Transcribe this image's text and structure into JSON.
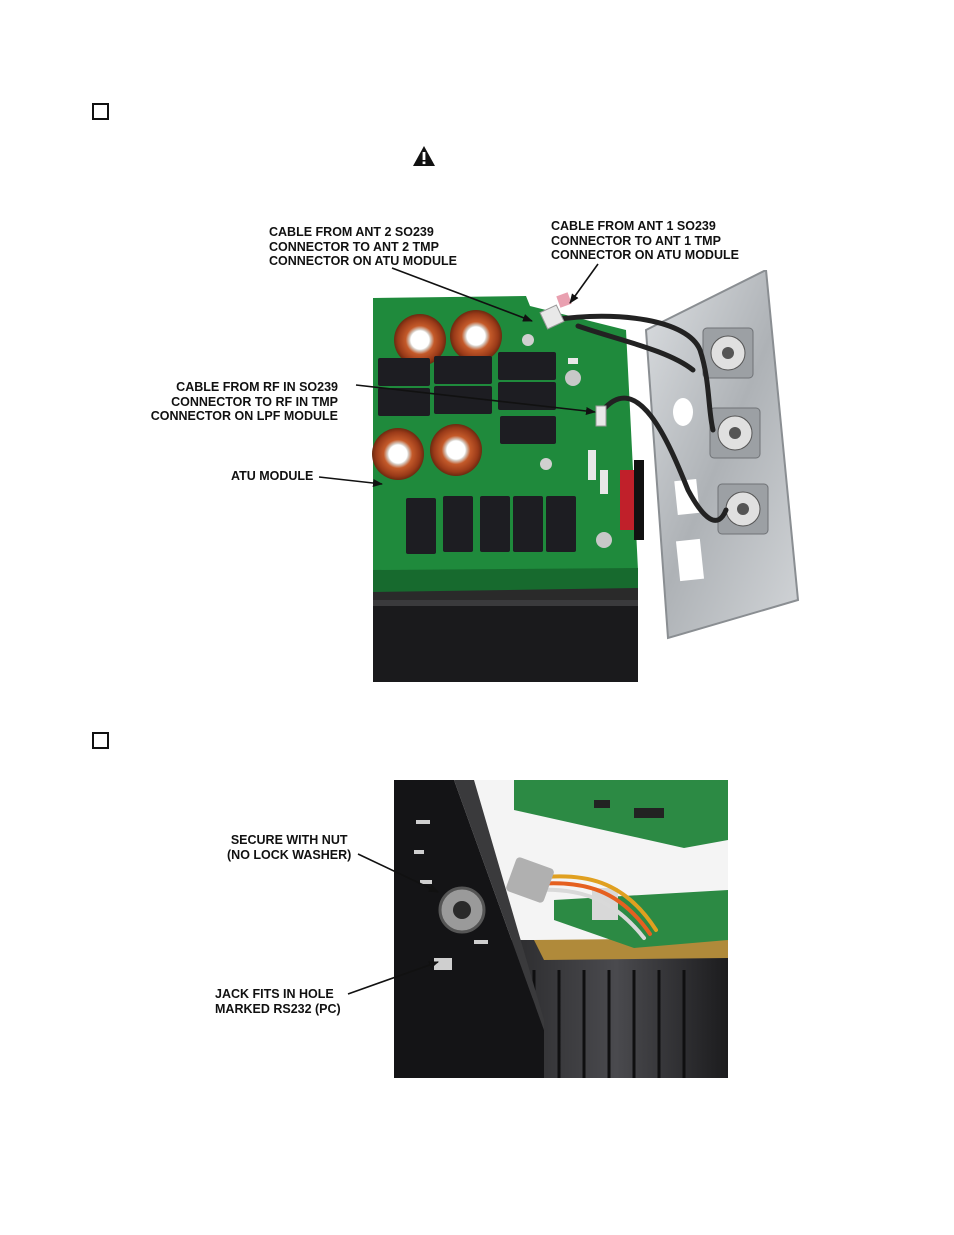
{
  "step1": {
    "labels": {
      "ant2": "CABLE FROM ANT 2 SO239\nCONNECTOR TO ANT 2 TMP\nCONNECTOR ON ATU MODULE",
      "ant1": "CABLE FROM ANT 1 SO239\nCONNECTOR TO ANT 1 TMP\nCONNECTOR ON ATU MODULE",
      "rf_in": "CABLE FROM RF IN SO239\nCONNECTOR TO RF IN TMP\nCONNECTOR ON LPF MODULE",
      "atu": "ATU MODULE"
    }
  },
  "step2": {
    "labels": {
      "secure": "SECURE WITH NUT\n(NO LOCK WASHER)",
      "jack": "JACK FITS IN HOLE\nMARKED RS232 (PC)"
    }
  },
  "icons": {
    "checkbox": "checkbox-icon",
    "warning": "warning-triangle-icon"
  },
  "colors": {
    "pcb_green": "#1f8a3c",
    "toroid_copper": "#c45a2a",
    "relay_black": "#1d1d22",
    "steel": "#b8bcc0"
  }
}
